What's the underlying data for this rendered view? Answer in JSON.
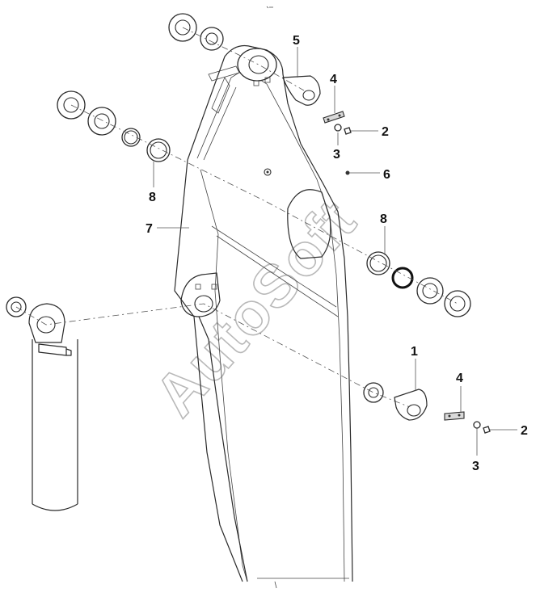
{
  "labels": {
    "l1": "1",
    "l2a": "2",
    "l2b": "2",
    "l3a": "3",
    "l3b": "3",
    "l4a": "4",
    "l4b": "4",
    "l5": "5",
    "l6": "6",
    "l7": "7",
    "l8a": "8",
    "l8b": "8"
  },
  "watermark": "AutoSoft"
}
